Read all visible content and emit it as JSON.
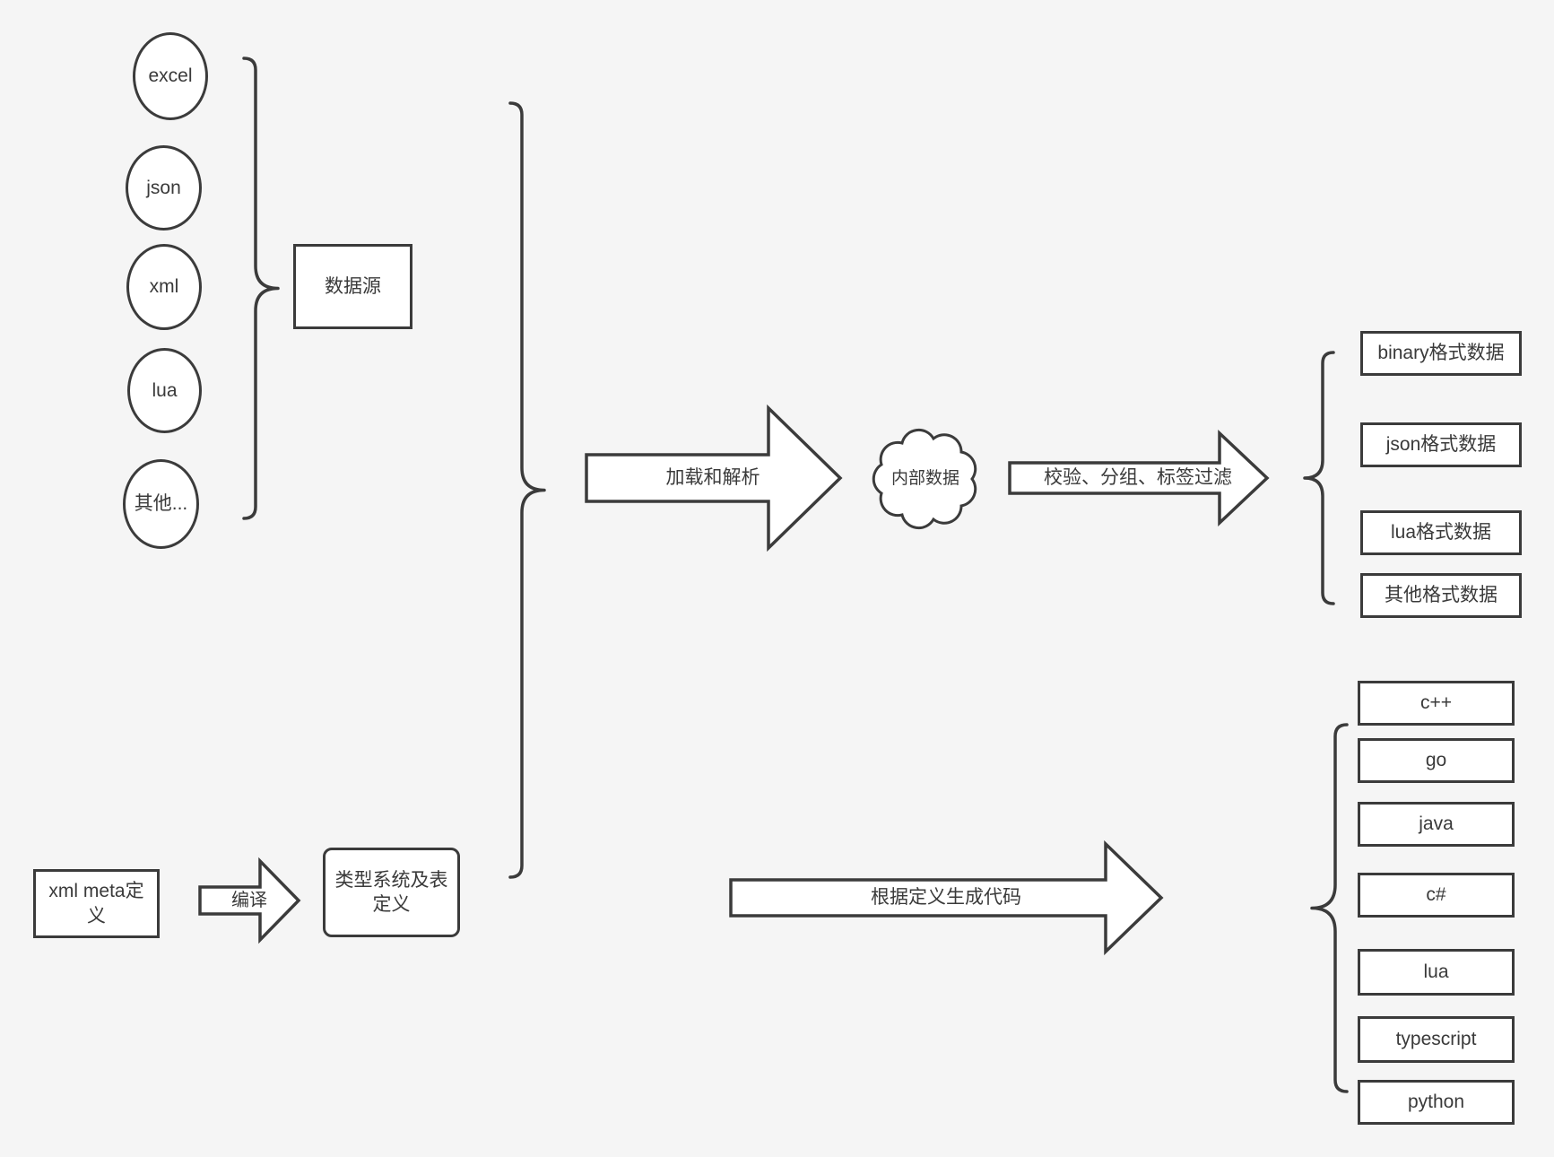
{
  "colors": {
    "background": "#f5f5f5",
    "stroke": "#3b3b3b",
    "fill": "#ffffff",
    "text": "#3a3a3a"
  },
  "sources": {
    "group_label": "数据源",
    "items": [
      {
        "label": "excel"
      },
      {
        "label": "json"
      },
      {
        "label": "xml"
      },
      {
        "label": "lua"
      },
      {
        "label": "其他..."
      }
    ]
  },
  "definition": {
    "xml_meta_label": "xml meta定义",
    "compile_label": "编译",
    "type_system_label": "类型系统及表定义"
  },
  "pipeline": {
    "load_parse_label": "加载和解析",
    "internal_data_label": "内部数据",
    "filter_label": "校验、分组、标签过滤",
    "codegen_label": "根据定义生成代码"
  },
  "formats": {
    "items": [
      {
        "label": "binary格式数据"
      },
      {
        "label": "json格式数据"
      },
      {
        "label": "lua格式数据"
      },
      {
        "label": "其他格式数据"
      }
    ]
  },
  "languages": {
    "items": [
      {
        "label": "c++"
      },
      {
        "label": "go"
      },
      {
        "label": "java"
      },
      {
        "label": "c#"
      },
      {
        "label": "lua"
      },
      {
        "label": "typescript"
      },
      {
        "label": "python"
      }
    ]
  }
}
